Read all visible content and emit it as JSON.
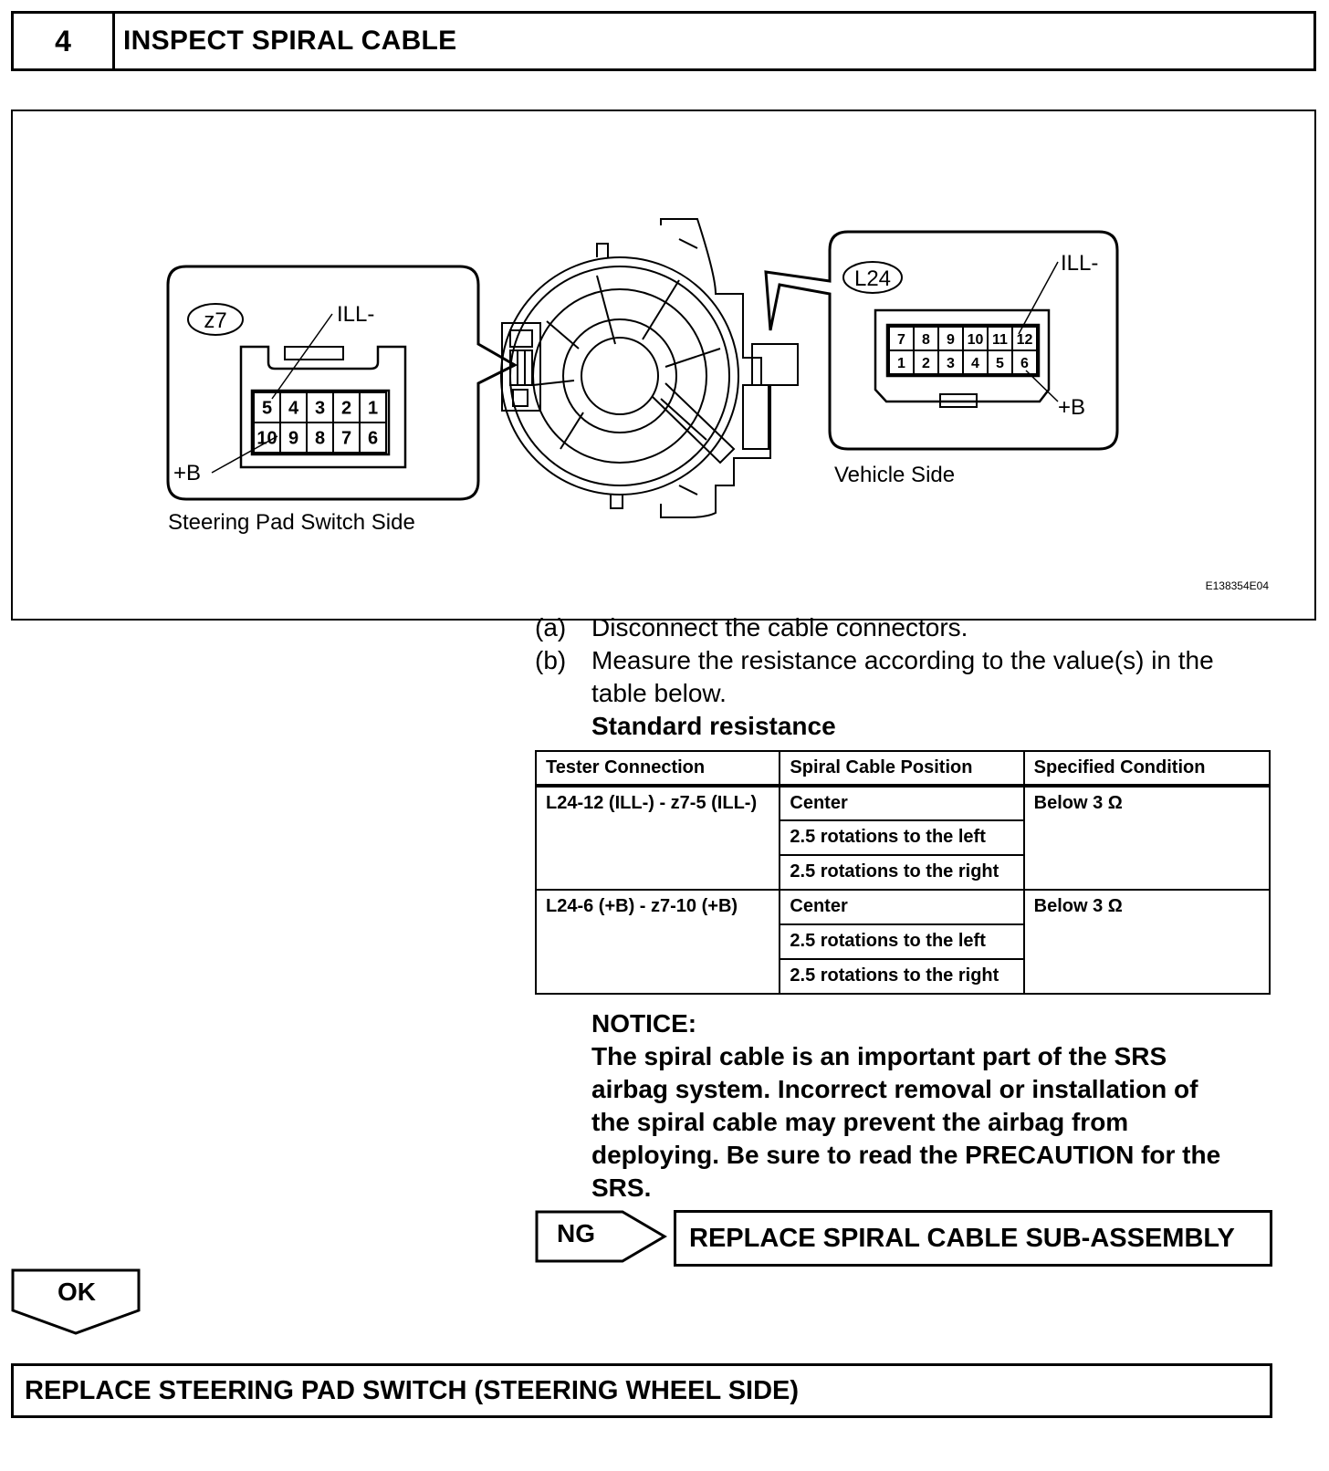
{
  "header": {
    "step_number": "4",
    "title": "INSPECT SPIRAL CABLE"
  },
  "figure": {
    "z7_connector": {
      "label": "z7",
      "ill_label": "ILL-",
      "b_label": "+B",
      "pins_top": [
        "5",
        "4",
        "3",
        "2",
        "1"
      ],
      "pins_bottom": [
        "10",
        "9",
        "8",
        "7",
        "6"
      ],
      "caption": "Steering Pad Switch Side"
    },
    "l24_connector": {
      "label": "L24",
      "ill_label": "ILL-",
      "b_label": "+B",
      "pins_top": [
        "7",
        "8",
        "9",
        "10",
        "11",
        "12"
      ],
      "pins_bottom": [
        "1",
        "2",
        "3",
        "4",
        "5",
        "6"
      ],
      "caption": "Vehicle Side"
    },
    "figure_code": "E138354E04"
  },
  "instructions": {
    "step_a_label": "(a)",
    "step_a_text": "Disconnect the cable connectors.",
    "step_b_label": "(b)",
    "step_b_line1": "Measure the resistance according to the value(s) in the",
    "step_b_line2": "table below.",
    "standard_heading": "Standard resistance"
  },
  "table": {
    "headers": [
      "Tester Connection",
      "Spiral Cable Position",
      "Specified Condition"
    ],
    "groups": [
      {
        "connection": "L24-12 (ILL-) - z7-5 (ILL-)",
        "positions": [
          "Center",
          "2.5 rotations to the left",
          "2.5 rotations to the right"
        ],
        "condition": "Below 3 Ω"
      },
      {
        "connection": "L24-6 (+B) - z7-10 (+B)",
        "positions": [
          "Center",
          "2.5 rotations to the left",
          "2.5 rotations to the right"
        ],
        "condition": "Below 3 Ω"
      }
    ]
  },
  "notice": {
    "title": "NOTICE:",
    "lines": [
      "The spiral cable is an important part of the SRS",
      "airbag system. Incorrect removal or installation of",
      "the spiral cable may prevent the airbag from",
      "deploying. Be sure to read the PRECAUTION for the",
      "SRS."
    ]
  },
  "ng": {
    "label": "NG",
    "action": "REPLACE SPIRAL CABLE SUB-ASSEMBLY"
  },
  "ok": {
    "label": "OK",
    "action": "REPLACE STEERING PAD SWITCH (STEERING WHEEL SIDE)"
  }
}
